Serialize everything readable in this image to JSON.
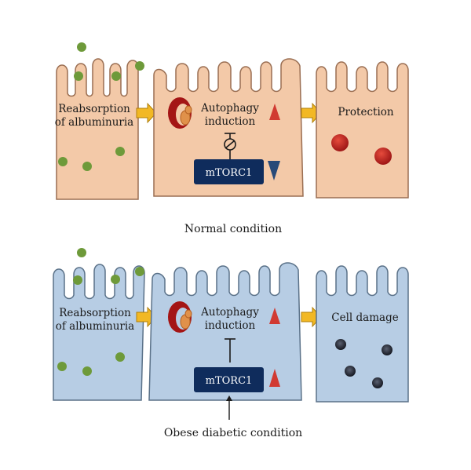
{
  "colors": {
    "normal_cell_fill": "#f3c9a8",
    "normal_cell_stroke": "#9a6e52",
    "obese_cell_fill": "#b7cde4",
    "obese_cell_stroke": "#5a7188",
    "albumin_dot": "#6e9a3a",
    "arrow_fill": "#f2b824",
    "arrow_stroke": "#b07f0a",
    "mtorc1_box": "#0f2c5c",
    "up_triangle": "#d13a32",
    "down_triangle": "#284a78",
    "red_vesicle": "#c11f1f",
    "damage_vesicle": "#1e2230"
  },
  "normal": {
    "cell1_label_line1": "Reabsorption",
    "cell1_label_line2": "of albuminuria",
    "autophagy_line1": "Autophagy",
    "autophagy_line2": "induction",
    "mtorc1": "mTORC1",
    "outcome": "Protection",
    "caption": "Normal condition",
    "autophagy_trend": "up",
    "mtorc1_trend": "down"
  },
  "obese": {
    "cell1_label_line1": "Reabsorption",
    "cell1_label_line2": "of albuminuria",
    "autophagy_line1": "Autophagy",
    "autophagy_line2": "induction",
    "mtorc1": "mTORC1",
    "outcome": "Cell damage",
    "caption": "Obese diabetic condition",
    "autophagy_trend": "up",
    "mtorc1_trend": "up"
  }
}
